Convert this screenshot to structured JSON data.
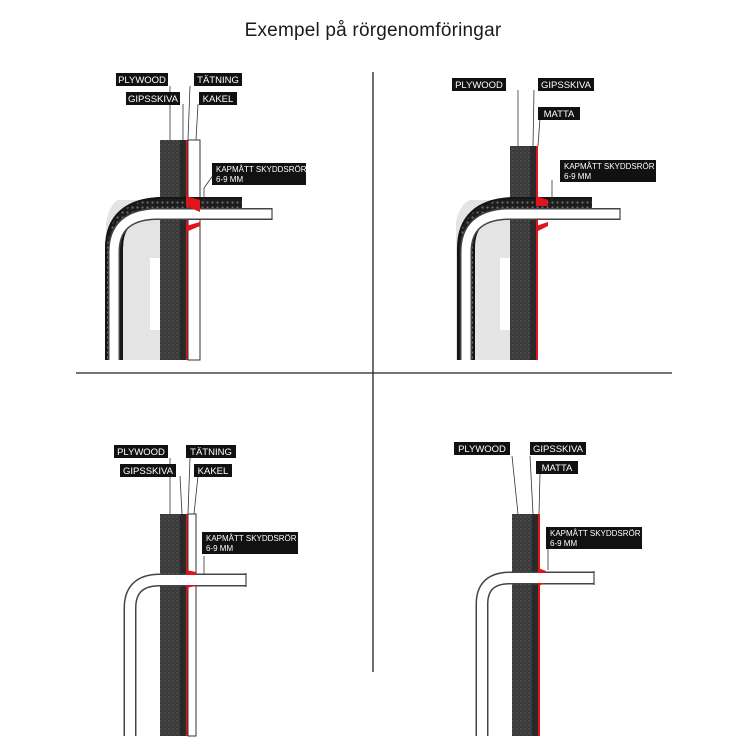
{
  "title": "Exempel på rörgenomföringar",
  "colors": {
    "sealant": "#e0141b",
    "label_bg": "#111111",
    "wall_dark": "#3b3b3b"
  },
  "panels": [
    {
      "labels": {
        "plywood": "PLYWOOD",
        "gipsskiva": "GIPSSKIVA",
        "tatning": "TÄTNING",
        "kakel": "KAKEL"
      },
      "note_line1": "KAPMÅTT SKYDDSRÖR",
      "note_line2": "6-9 MM"
    },
    {
      "labels": {
        "plywood": "PLYWOOD",
        "gipsskiva": "GIPSSKIVA",
        "matta": "MATTA"
      },
      "note_line1": "KAPMÅTT SKYDDSRÖR",
      "note_line2": "6-9 MM"
    },
    {
      "labels": {
        "plywood": "PLYWOOD",
        "gipsskiva": "GIPSSKIVA",
        "tatning": "TÄTNING",
        "kakel": "KAKEL"
      },
      "note_line1": "KAPMÅTT SKYDDSRÖR",
      "note_line2": "6-9 MM"
    },
    {
      "labels": {
        "plywood": "PLYWOOD",
        "gipsskiva": "GIPSSKIVA",
        "matta": "MATTA"
      },
      "note_line1": "KAPMÅTT SKYDDSRÖR",
      "note_line2": "6-9 MM"
    }
  ]
}
